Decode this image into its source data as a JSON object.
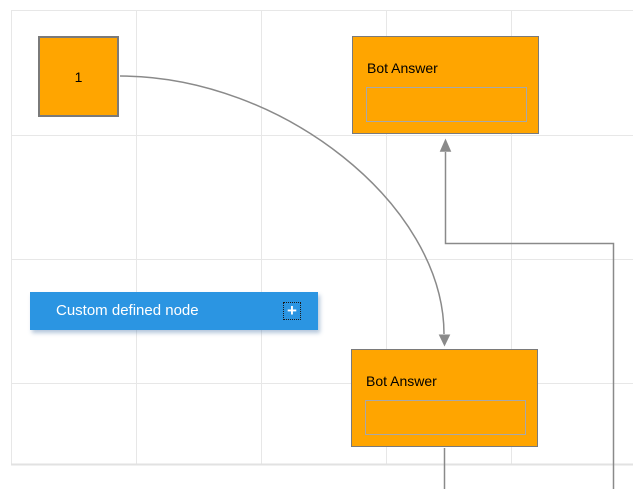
{
  "diagram": {
    "nodes": {
      "start": {
        "label": "1"
      },
      "bot_answer_top": {
        "title": "Bot Answer"
      },
      "bot_answer_bottom": {
        "title": "Bot Answer"
      },
      "custom_defined": {
        "label": "Custom defined node",
        "add_icon": "+"
      }
    },
    "connectors": [
      {
        "name": "bezier-connector",
        "from": "start",
        "to": "bot_answer_bottom"
      },
      {
        "name": "orthogonal-connector",
        "from": "bot_answer_bottom",
        "to": "bot_answer_top"
      }
    ],
    "colors": {
      "node_fill": "#FFA500",
      "node_border": "#7A7A7A",
      "inner_border": "#A8A8A8",
      "custom_fill": "#2B95E2",
      "custom_text": "#FFFFFF",
      "node_text": "#000000",
      "connector": "#8A8A8A",
      "grid": "#E7E7E7",
      "background": "#FFFFFF"
    }
  }
}
